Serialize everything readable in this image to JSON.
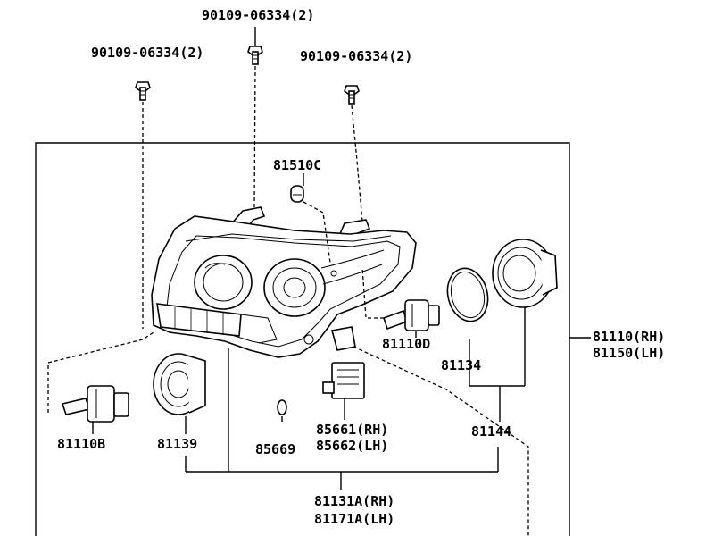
{
  "callouts": {
    "bolt_top": "90109-06334(2)",
    "bolt_left": "90109-06334(2)",
    "bolt_right": "90109-06334(2)",
    "bulb_wedge": "81510C",
    "bulb_high": "81110D",
    "ring": "81134",
    "assembly_rh": "81110(RH)",
    "assembly_lh": "81150(LH)",
    "bulb_low": "81110B",
    "cover_left": "81139",
    "socket_pair": "85669",
    "ballast_rh": "85661(RH)",
    "ballast_lh": "85662(LH)",
    "cover_group": "81144",
    "unit_rh": "81131A(RH)",
    "unit_lh": "81171A(LH)"
  }
}
